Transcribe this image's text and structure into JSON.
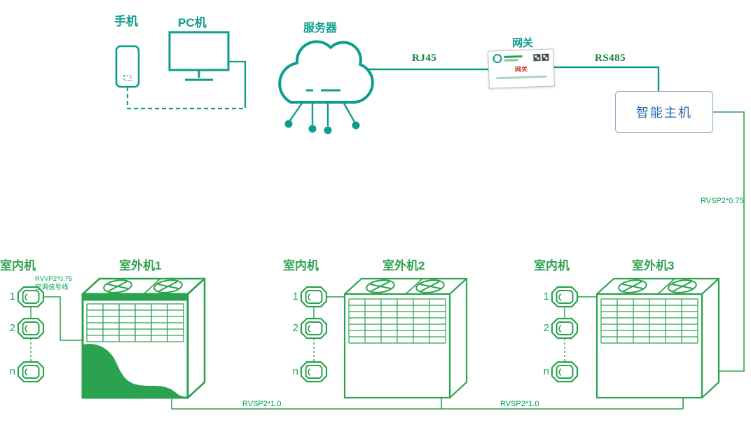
{
  "colors": {
    "teal": "#0E9C8F",
    "green": "#2BA24F",
    "cable_green": "#00A04E",
    "label_serif_green": "#15803D",
    "host_blue": "#2B6CAB",
    "host_border": "#8AA5C8",
    "gateway_name_red": "#C0392B"
  },
  "top": {
    "phone_label": "手机",
    "pc_label": "PC机",
    "server_label": "服务器",
    "gateway_label": "网关",
    "gateway_device_text": "网关",
    "smart_host_label": "智能主机",
    "rj45_label": "RJ45",
    "rs485_label": "RS485"
  },
  "cables": {
    "host_line": "RVSP2*0.75",
    "signal_line1": "RVVP2*0.75",
    "signal_line2": "空调信号线",
    "bus_left": "RVSP2*1.0",
    "bus_right": "RVSP2*1.0"
  },
  "groups": [
    {
      "indoor_label": "室内机",
      "outdoor_label": "室外机1",
      "units": [
        "1",
        "2",
        "n"
      ]
    },
    {
      "indoor_label": "室内机",
      "outdoor_label": "室外机2",
      "units": [
        "1",
        "2",
        "n"
      ]
    },
    {
      "indoor_label": "室内机",
      "outdoor_label": "室外机3",
      "units": [
        "1",
        "2",
        "n"
      ]
    }
  ]
}
